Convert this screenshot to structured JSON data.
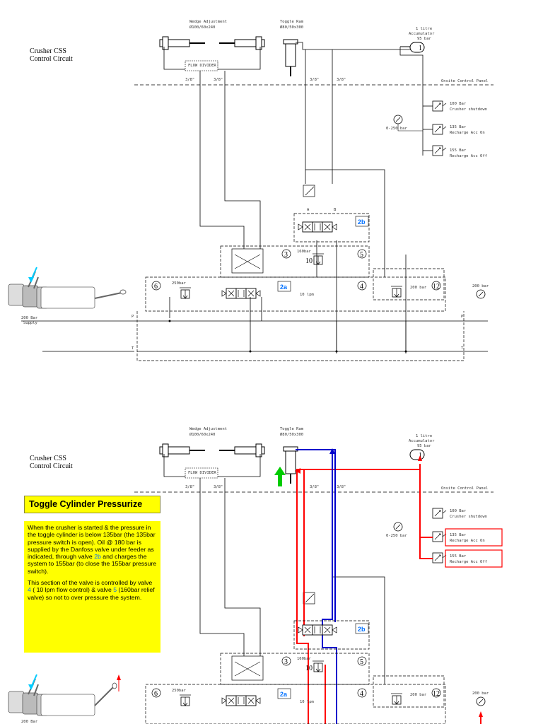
{
  "top": {
    "circuit_title_1": "Crusher CSS",
    "circuit_title_2": "Control Circuit",
    "wedge_label_1": "Wedge Adjustment",
    "wedge_label_2": "Ø100/60x240",
    "toggle_label_1": "Toggle Ram",
    "toggle_label_2": "Ø80/50x300",
    "accum_label_1": "1 litre",
    "accum_label_2": "Accumulator",
    "accum_label_3": "95 bar",
    "flow_div": "FLOW DIVIDER",
    "pipe_38": "3/8\"",
    "panel_label": "Onsite Control Panel",
    "ps1_a": "100 Bar",
    "ps1_b": "Crusher shutdown",
    "ps2_a": "135 Bar",
    "ps2_b": "Recharge Acc On",
    "ps3_a": "155 Bar",
    "ps3_b": "Recharge Acc Off",
    "gauge": "0-250 bar",
    "n6": "6",
    "n3": "3",
    "n5": "5",
    "n4": "4",
    "n10": "10",
    "n12": "12",
    "v2a": "2a",
    "v2b": "2b",
    "relief160": "160bar",
    "relief250": "250bar",
    "flow10": "10 lpm",
    "relief200": "200 bar",
    "gauge2": "200 bar",
    "supply1": "200 Bar",
    "supply2": "Supply",
    "p": "P",
    "t": "T",
    "a": "A",
    "b": "B"
  },
  "bottom": {
    "circuit_title_1": "Crusher CSS",
    "circuit_title_2": "Control Circuit",
    "supply1": "200 Bar"
  },
  "note": {
    "title": "Toggle Cylinder Pressurize",
    "p1_a": "When the crusher is started & the pressure in the toggle cylinder is below 135bar (the 135bar pressure switch is open). Oil @ 180 bar is supplied by the Danfoss valve under feeder as indicated, through valve ",
    "p1_valve": "2b",
    "p1_b": " and charges the system to 155bar (to close the 155bar pressure switch).",
    "p2_a": "This section of the valve is controlled by valve ",
    "p2_v4": "4",
    "p2_b": " ( 10 lpm flow control) & valve ",
    "p2_v5": "5",
    "p2_c": " (160bar relief valve) so not to over pressure the system."
  },
  "colors": {
    "pressure_line": "#ff0000",
    "return_line": "#0000cc",
    "note_bg": "#ffff00",
    "valve_label": "#0070ff",
    "cylinder_arrow": "#00cc00",
    "indicator_arrow": "#00ccff"
  }
}
